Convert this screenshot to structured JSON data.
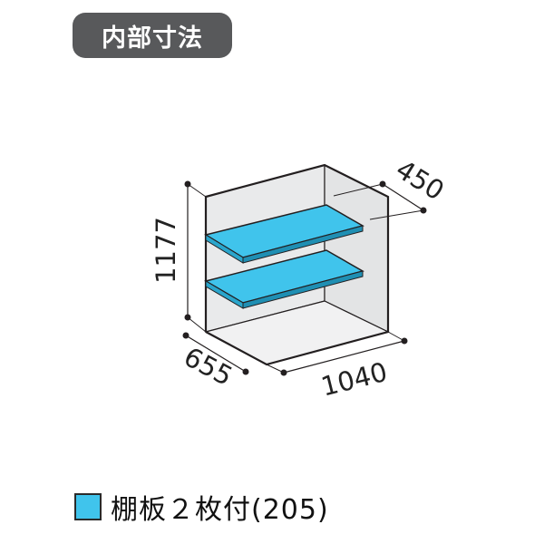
{
  "header": {
    "title": "内部寸法"
  },
  "dimensions": {
    "height": "1177",
    "depth_side": "655",
    "width": "1040",
    "shelf_depth": "450"
  },
  "legend": {
    "label": "棚板２枚付(205)",
    "swatch_color": "#40c4ec"
  },
  "colors": {
    "shelf": "#40c4ec",
    "cabinet": "#e6e7e8",
    "outline": "#231f20"
  }
}
